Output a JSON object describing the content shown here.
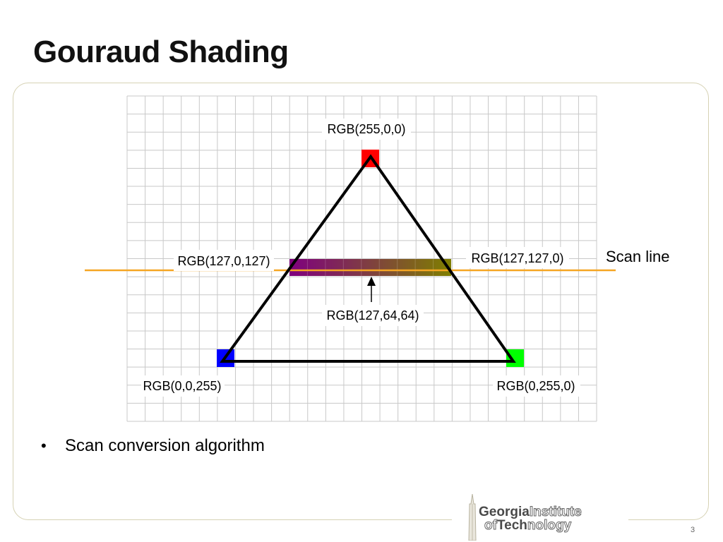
{
  "slide": {
    "title": "Gouraud Shading",
    "bullet": "Scan conversion algorithm",
    "page_number": "3"
  },
  "logo": {
    "line1_bold": "Georgia",
    "line1_outline": "Institute",
    "line2_outline_a": "of",
    "line2_bold": "Tech",
    "line2_outline_b": "nology"
  },
  "diagram": {
    "top_vertex_label": "RGB(255,0,0)",
    "left_vertex_label": "RGB(0,0,255)",
    "right_vertex_label": "RGB(0,255,0)",
    "left_intersection_label": "RGB(127,0,127)",
    "right_intersection_label": "RGB(127,127,0)",
    "midpoint_label": "RGB(127,64,64)",
    "scan_line_label": "Scan line"
  },
  "colors": {
    "top_vertex": "#ff0000",
    "left_vertex": "#0000ff",
    "right_vertex": "#00ff00",
    "scan_left": "#7f007f",
    "scan_mid": "#7f4040",
    "scan_right": "#7f7f00",
    "scan_line": "#f5a623",
    "grid": "#c8c8c8",
    "frame": "#d6d2b4"
  }
}
